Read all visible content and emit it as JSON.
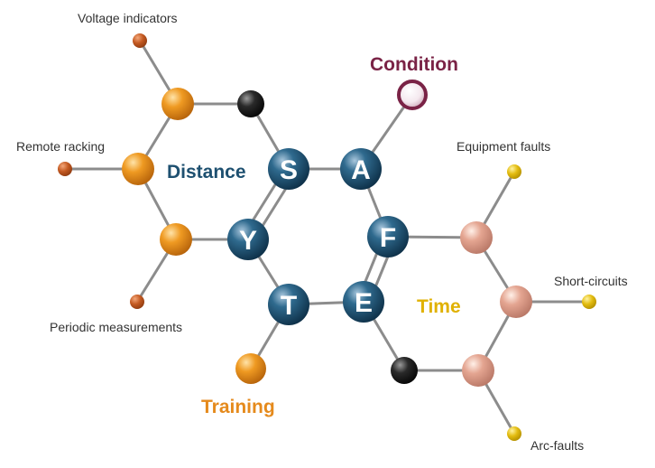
{
  "diagram": {
    "categories": {
      "distance": {
        "label": "Distance",
        "color": "#1e5070"
      },
      "condition": {
        "label": "Condition",
        "color": "#7a2346"
      },
      "time": {
        "label": "Time",
        "color": "#e0b100"
      },
      "training": {
        "label": "Training",
        "color": "#e58a1c"
      }
    },
    "letters": [
      "S",
      "A",
      "F",
      "E",
      "T",
      "Y"
    ],
    "items": {
      "voltage_indicators": "Voltage indicators",
      "remote_racking": "Remote racking",
      "periodic_measurements": "Periodic measurements",
      "equipment_faults": "Equipment faults",
      "short_circuits": "Short-circuits",
      "arc_faults": "Arc-faults"
    }
  }
}
